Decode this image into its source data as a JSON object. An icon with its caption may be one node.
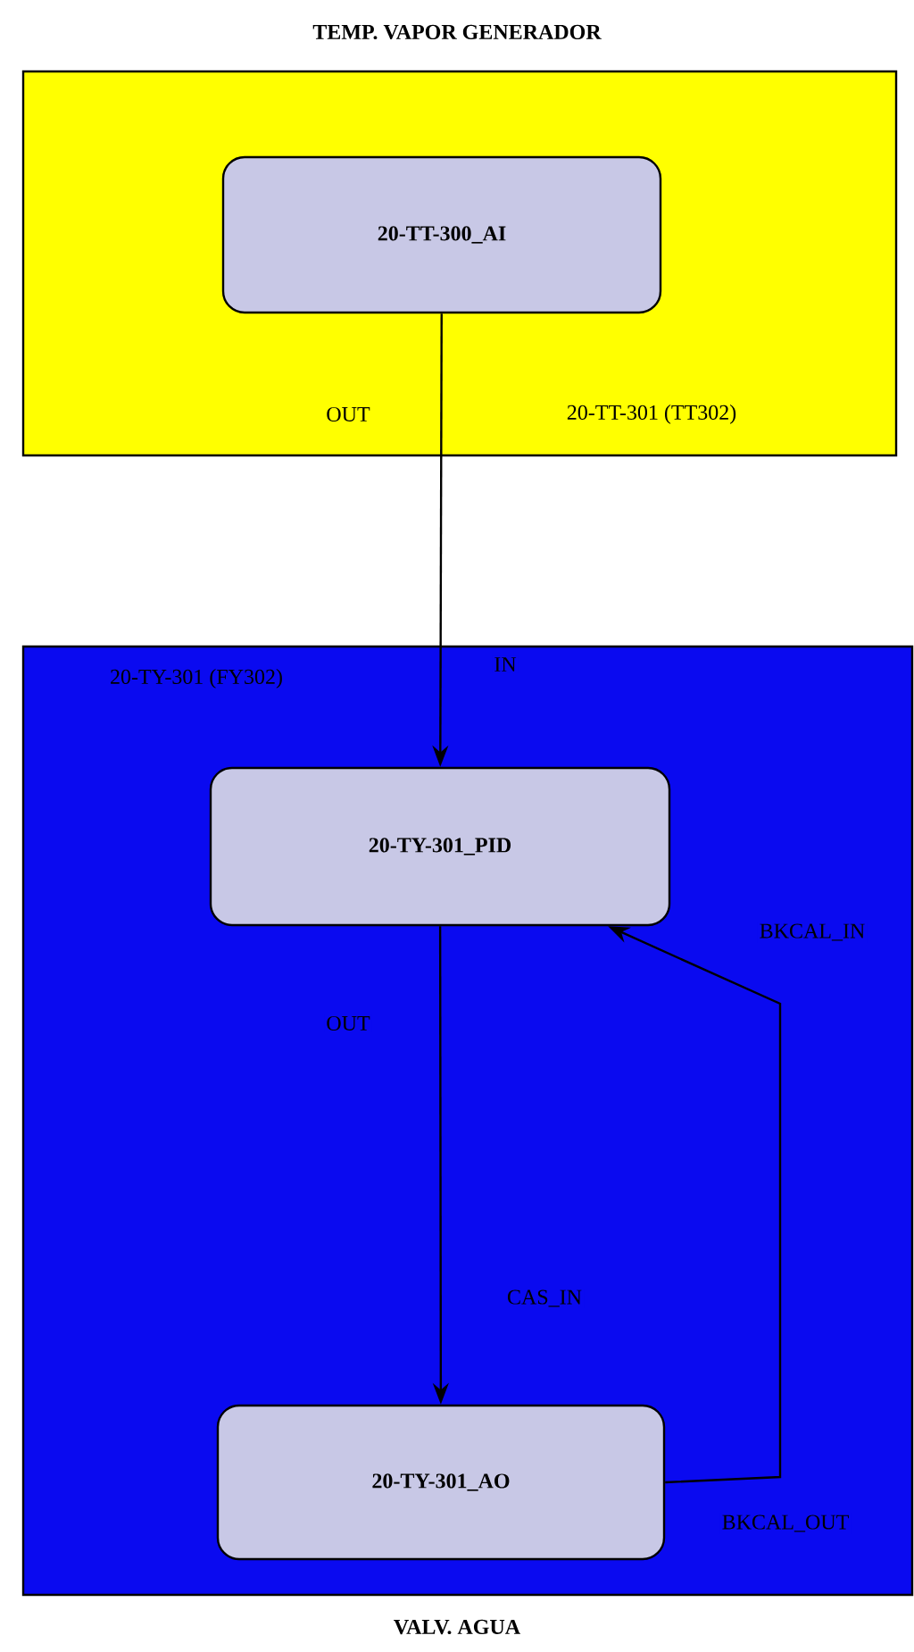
{
  "diagram": {
    "nodes": [
      {
        "text": [
          "TEMP. VAPOR GENERADOR",
          "20-TT-301 (TT302)"
        ]
      },
      {
        "text": [
          "20-TT-300_AI"
        ],
        "in": 0
      },
      {
        "text": [
          "20-TY-301 (FY302)",
          "VALV. AGUA"
        ]
      },
      {
        "text": [
          "20-TY-301_PID"
        ],
        "in": 2
      },
      {
        "text": [
          "20-TY-301_AO"
        ],
        "in": 2
      }
    ],
    "edges": [
      {
        "from": 1,
        "to": 3,
        "arrow": "to",
        "label": "OUT"
      },
      {
        "from": 3,
        "to": 4,
        "arrow": "to",
        "label": "OUT"
      },
      {
        "from": 4,
        "to": 3,
        "arrow": "to",
        "label": "BKCAL_OUT"
      }
    ],
    "labels": [
      "IN",
      "BKCAL_IN",
      "CAS_IN"
    ]
  }
}
